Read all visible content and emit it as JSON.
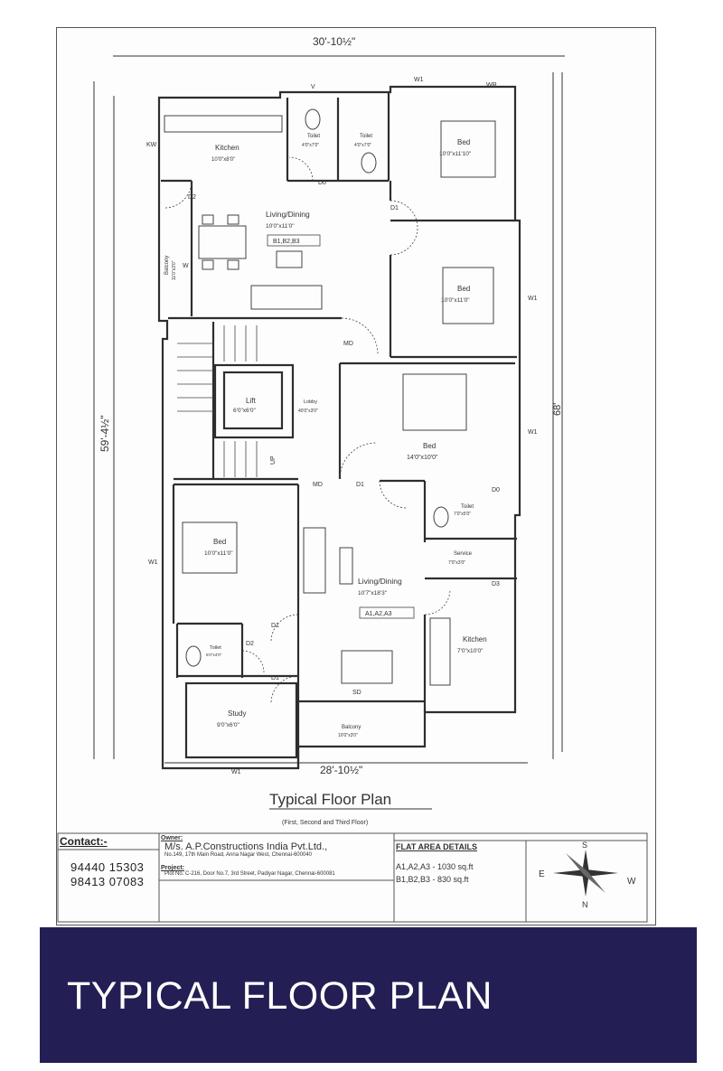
{
  "dimensions": {
    "top_width": "30'-10½\"",
    "left_height": "59'-4½\"",
    "right_height": "68'",
    "bottom_width": "28'-10½\""
  },
  "rooms": {
    "kitchen_top": {
      "name": "Kitchen",
      "size": "10'0\"x8'0\""
    },
    "toilet_1": {
      "name": "Toilet",
      "size": "4'0\"x7'0\""
    },
    "toilet_2": {
      "name": "Toilet",
      "size": "4'0\"x7'0\""
    },
    "bed_top": {
      "name": "Bed",
      "size": "10'0\"x11'10\""
    },
    "living_top": {
      "name": "Living/Dining",
      "size": "10'0\"x11'0\""
    },
    "living_top_tag": "B1,B2,B3",
    "balcony_left": {
      "name": "Balcony",
      "size": "11'0\"x3'0\""
    },
    "bed_mid_right": {
      "name": "Bed",
      "size": "10'0\"x11'0\""
    },
    "lift": {
      "name": "Lift",
      "size": "6'0\"x6'0\""
    },
    "lobby": {
      "name": "Lobby",
      "size": "40'0\"x3'0\""
    },
    "bed_center": {
      "name": "Bed",
      "size": "14'0\"x10'0\""
    },
    "bed_lower_left": {
      "name": "Bed",
      "size": "10'0\"x11'0\""
    },
    "toilet_lower": {
      "name": "Toilet",
      "size": "7'0\"x5'0\""
    },
    "service": {
      "name": "Service",
      "size": "7'0\"x3'0\""
    },
    "living_bottom": {
      "name": "Living/Dining",
      "size": "10'7\"x18'3\""
    },
    "living_bottom_tag": "A1,A2,A3",
    "kitchen_bottom": {
      "name": "Kitchen",
      "size": "7'0\"x10'0\""
    },
    "toilet_small": {
      "name": "Toilet",
      "size": "5'0\"x4'0\""
    },
    "study": {
      "name": "Study",
      "size": "9'0\"x6'0\""
    },
    "balcony_bottom": {
      "name": "Balcony",
      "size": "10'0\"x3'0\""
    }
  },
  "markers": {
    "w1": "W1",
    "wr": "WR",
    "kw": "KW",
    "w": "W",
    "v": "V",
    "d0": "D0",
    "d1": "D1",
    "d2": "D2",
    "md": "MD",
    "sd": "SD",
    "up": "UP",
    "d3": "D3"
  },
  "plan_title": "Typical Floor Plan",
  "plan_subtitle": "(First, Second and Third Floor)",
  "contact": {
    "label": "Contact:-",
    "phones": [
      "94440 15303",
      "98413 07083"
    ]
  },
  "company": {
    "owner_label": "Owner:",
    "name": "M/s. A.P.Constructions India Pvt.Ltd.,",
    "address": "No.149, 17th Main Road, Anna Nagar West, Chennai-600040",
    "project_label": "Project:",
    "project_address": "Plot No. C-216, Door No.7, 3rd Street, Padiyar Nagar, Chennai-600081"
  },
  "area_details": {
    "label": "FLAT AREA DETAILS",
    "rows": [
      "A1,A2,A3 - 1030 sq.ft",
      "B1,B2,B3 - 830 sq.ft"
    ]
  },
  "compass": {
    "n": "N",
    "s": "S",
    "e": "E",
    "w": "W"
  },
  "banner": {
    "title": "TYPICAL FLOOR PLAN"
  },
  "colors": {
    "banner_bg": "#231f55",
    "banner_text": "#ffffff",
    "line": "#333333"
  }
}
